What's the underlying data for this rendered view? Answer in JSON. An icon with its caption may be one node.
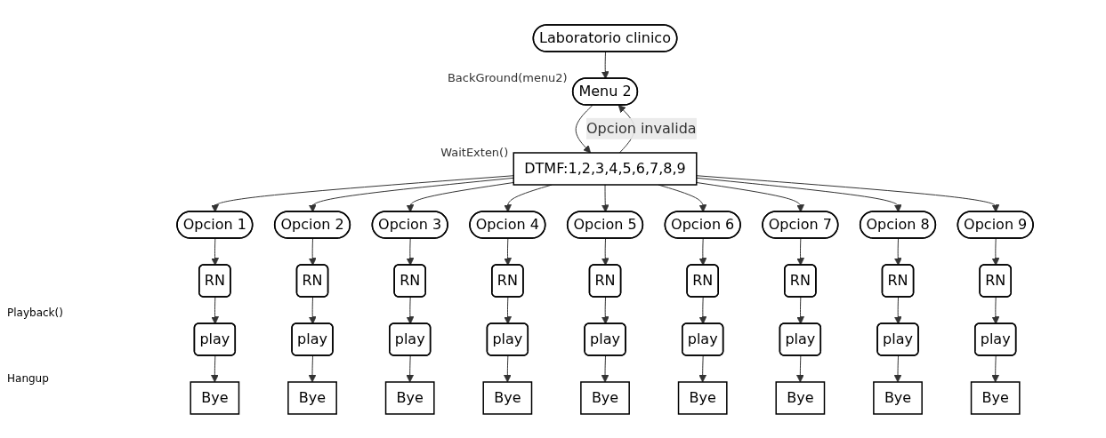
{
  "diagram": {
    "nodes": [
      {
        "text": [
          "Laboratorio clinico"
        ]
      },
      {
        "text": [
          "Menu 2"
        ],
        "beside": [
          "BackGround(menu2)"
        ]
      },
      {
        "text": [
          "DTMF:1,2,3,4,5,6,7,8,9"
        ],
        "beside": [
          "WaitExten()"
        ]
      },
      {
        "text": [
          "Opcion 1"
        ]
      },
      {
        "text": [
          "Opcion 2"
        ]
      },
      {
        "text": [
          "Opcion 3"
        ]
      },
      {
        "text": [
          "Opcion 4"
        ]
      },
      {
        "text": [
          "Opcion 5"
        ]
      },
      {
        "text": [
          "Opcion 6"
        ]
      },
      {
        "text": [
          "Opcion 7"
        ]
      },
      {
        "text": [
          "Opcion 8"
        ]
      },
      {
        "text": [
          "Opcion 9"
        ]
      },
      {
        "text": [
          "RN"
        ]
      },
      {
        "text": [
          "RN"
        ]
      },
      {
        "text": [
          "RN"
        ]
      },
      {
        "text": [
          "RN"
        ]
      },
      {
        "text": [
          "RN"
        ]
      },
      {
        "text": [
          "RN"
        ]
      },
      {
        "text": [
          "RN"
        ]
      },
      {
        "text": [
          "RN"
        ]
      },
      {
        "text": [
          "RN"
        ]
      },
      {
        "text": [
          "play"
        ]
      },
      {
        "text": [
          "play"
        ]
      },
      {
        "text": [
          "play"
        ]
      },
      {
        "text": [
          "play"
        ]
      },
      {
        "text": [
          "play"
        ]
      },
      {
        "text": [
          "play"
        ]
      },
      {
        "text": [
          "play"
        ]
      },
      {
        "text": [
          "play"
        ]
      },
      {
        "text": [
          "play"
        ]
      },
      {
        "text": [
          "Bye"
        ]
      },
      {
        "text": [
          "Bye"
        ]
      },
      {
        "text": [
          "Bye"
        ]
      },
      {
        "text": [
          "Bye"
        ]
      },
      {
        "text": [
          "Bye"
        ]
      },
      {
        "text": [
          "Bye"
        ]
      },
      {
        "text": [
          "Bye"
        ]
      },
      {
        "text": [
          "Bye"
        ]
      },
      {
        "text": [
          "Bye"
        ]
      }
    ],
    "edges": [
      {
        "from": 0,
        "to": 1,
        "arrow": "to"
      },
      {
        "from": 1,
        "to": 2,
        "arrow": "to"
      },
      {
        "from": 2,
        "to": 1,
        "arrow": "to",
        "label": "Opcion invalida"
      },
      {
        "from": 2,
        "to": 3,
        "arrow": "to"
      },
      {
        "from": 2,
        "to": 4,
        "arrow": "to"
      },
      {
        "from": 2,
        "to": 5,
        "arrow": "to"
      },
      {
        "from": 2,
        "to": 6,
        "arrow": "to"
      },
      {
        "from": 2,
        "to": 7,
        "arrow": "to"
      },
      {
        "from": 2,
        "to": 8,
        "arrow": "to"
      },
      {
        "from": 2,
        "to": 9,
        "arrow": "to"
      },
      {
        "from": 2,
        "to": 10,
        "arrow": "to"
      },
      {
        "from": 2,
        "to": 11,
        "arrow": "to"
      },
      {
        "from": 3,
        "to": 12,
        "arrow": "to"
      },
      {
        "from": 4,
        "to": 13,
        "arrow": "to"
      },
      {
        "from": 5,
        "to": 14,
        "arrow": "to"
      },
      {
        "from": 6,
        "to": 15,
        "arrow": "to"
      },
      {
        "from": 7,
        "to": 16,
        "arrow": "to"
      },
      {
        "from": 8,
        "to": 17,
        "arrow": "to"
      },
      {
        "from": 9,
        "to": 18,
        "arrow": "to"
      },
      {
        "from": 10,
        "to": 19,
        "arrow": "to"
      },
      {
        "from": 11,
        "to": 20,
        "arrow": "to"
      },
      {
        "from": 12,
        "to": 21,
        "arrow": "to"
      },
      {
        "from": 13,
        "to": 22,
        "arrow": "to"
      },
      {
        "from": 14,
        "to": 23,
        "arrow": "to"
      },
      {
        "from": 15,
        "to": 24,
        "arrow": "to"
      },
      {
        "from": 16,
        "to": 25,
        "arrow": "to"
      },
      {
        "from": 17,
        "to": 26,
        "arrow": "to"
      },
      {
        "from": 18,
        "to": 27,
        "arrow": "to"
      },
      {
        "from": 19,
        "to": 28,
        "arrow": "to"
      },
      {
        "from": 20,
        "to": 29,
        "arrow": "to"
      },
      {
        "from": 21,
        "to": 30,
        "arrow": "to"
      },
      {
        "from": 22,
        "to": 31,
        "arrow": "to"
      },
      {
        "from": 23,
        "to": 32,
        "arrow": "to"
      },
      {
        "from": 24,
        "to": 33,
        "arrow": "to"
      },
      {
        "from": 25,
        "to": 34,
        "arrow": "to"
      },
      {
        "from": 26,
        "to": 35,
        "arrow": "to"
      },
      {
        "from": 27,
        "to": 36,
        "arrow": "to"
      },
      {
        "from": 28,
        "to": 37,
        "arrow": "to"
      },
      {
        "from": 29,
        "to": 38,
        "arrow": "to"
      }
    ],
    "labels": [
      "Playback()",
      "Hangup"
    ]
  }
}
